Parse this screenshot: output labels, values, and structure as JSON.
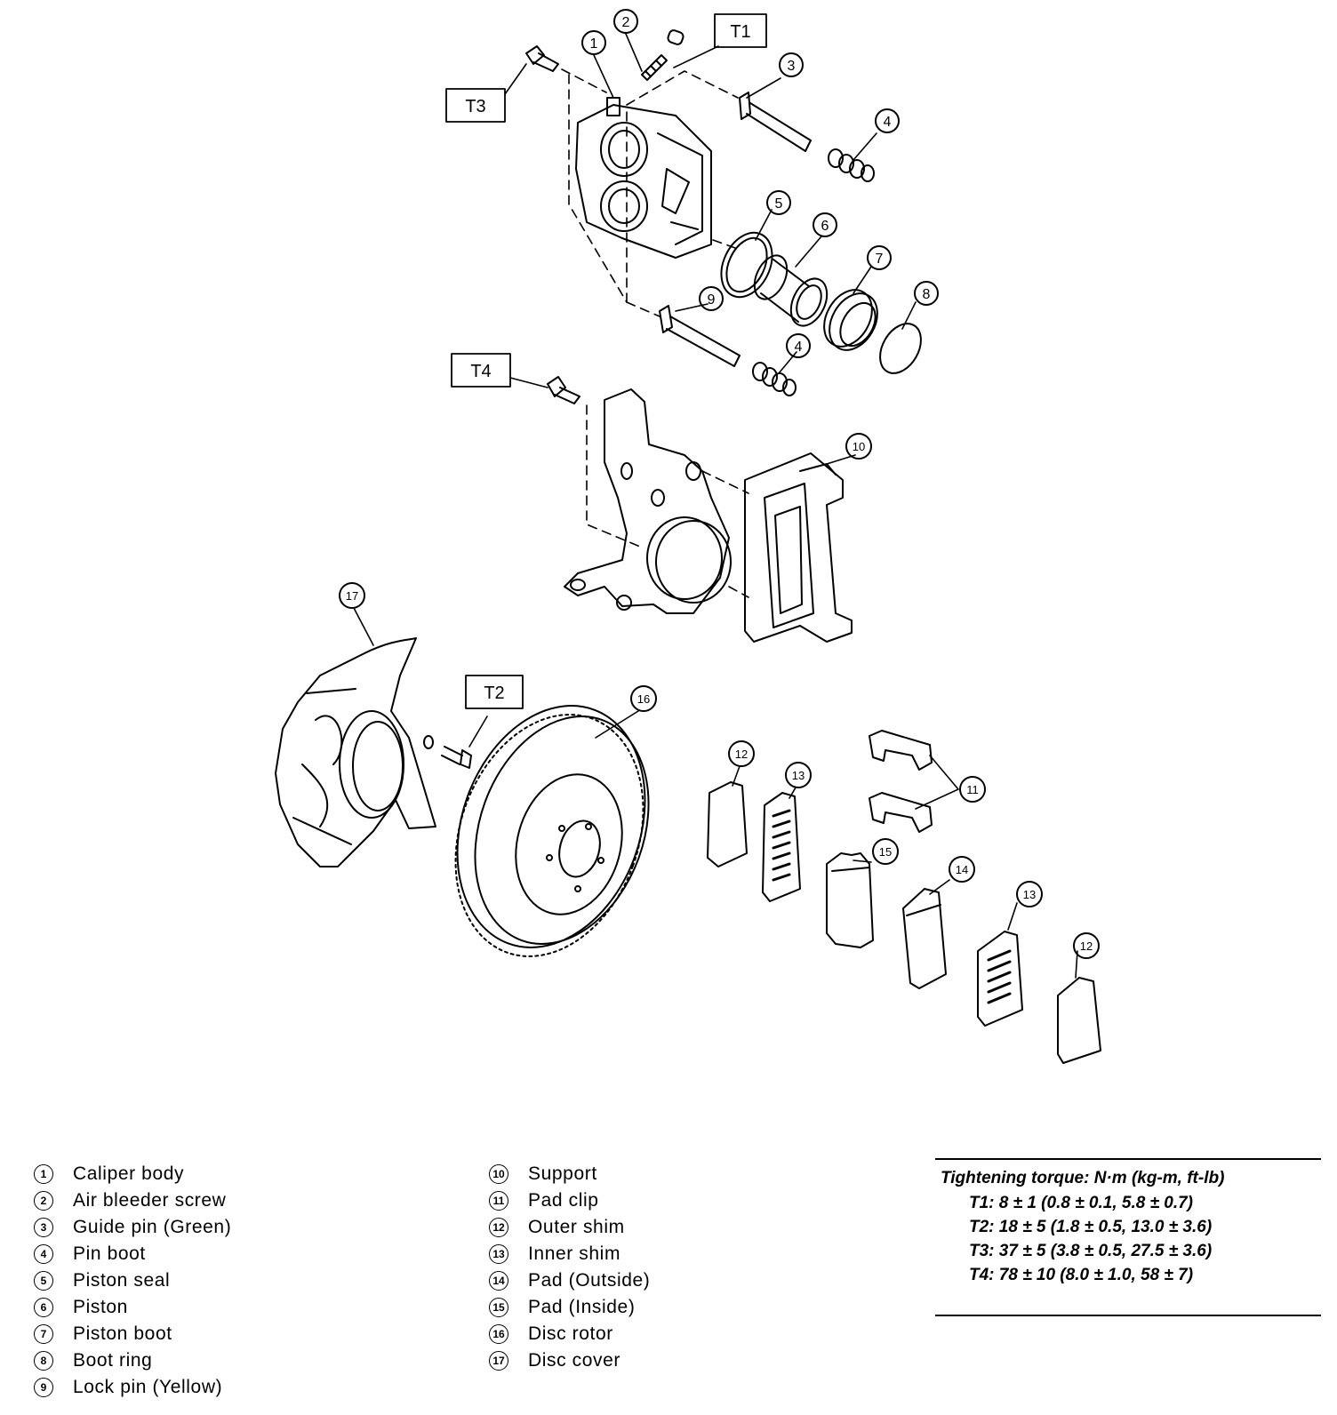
{
  "callouts": {
    "c1": "1",
    "c2": "2",
    "c3": "3",
    "c4a": "4",
    "c4b": "4",
    "c5": "5",
    "c6": "6",
    "c7": "7",
    "c8": "8",
    "c9": "9",
    "c10": "10",
    "c11": "11",
    "c12a": "12",
    "c12b": "12",
    "c13a": "13",
    "c13b": "13",
    "c14": "14",
    "c15": "15",
    "c16": "16",
    "c17": "17"
  },
  "torque_tags": {
    "t1": "T1",
    "t2": "T2",
    "t3": "T3",
    "t4": "T4"
  },
  "legend_left": [
    {
      "num": "1",
      "label": "Caliper body"
    },
    {
      "num": "2",
      "label": "Air bleeder screw"
    },
    {
      "num": "3",
      "label": "Guide pin (Green)"
    },
    {
      "num": "4",
      "label": "Pin boot"
    },
    {
      "num": "5",
      "label": "Piston seal"
    },
    {
      "num": "6",
      "label": "Piston"
    },
    {
      "num": "7",
      "label": "Piston boot"
    },
    {
      "num": "8",
      "label": "Boot ring"
    },
    {
      "num": "9",
      "label": "Lock pin (Yellow)"
    }
  ],
  "legend_right": [
    {
      "num": "10",
      "label": "Support"
    },
    {
      "num": "11",
      "label": "Pad clip"
    },
    {
      "num": "12",
      "label": "Outer shim"
    },
    {
      "num": "13",
      "label": "Inner shim"
    },
    {
      "num": "14",
      "label": "Pad (Outside)"
    },
    {
      "num": "15",
      "label": "Pad (Inside)"
    },
    {
      "num": "16",
      "label": "Disc rotor"
    },
    {
      "num": "17",
      "label": "Disc cover"
    }
  ],
  "torque_table": {
    "title": "Tightening torque: N·m (kg-m, ft-lb)",
    "lines": [
      "T1: 8 ± 1 (0.8 ± 0.1, 5.8 ± 0.7)",
      "T2: 18 ± 5 (1.8 ± 0.5, 13.0 ± 3.6)",
      "T3: 37 ± 5 (3.8 ± 0.5, 27.5 ± 3.6)",
      "T4: 78 ± 10 (8.0 ± 1.0, 58 ± 7)"
    ]
  }
}
